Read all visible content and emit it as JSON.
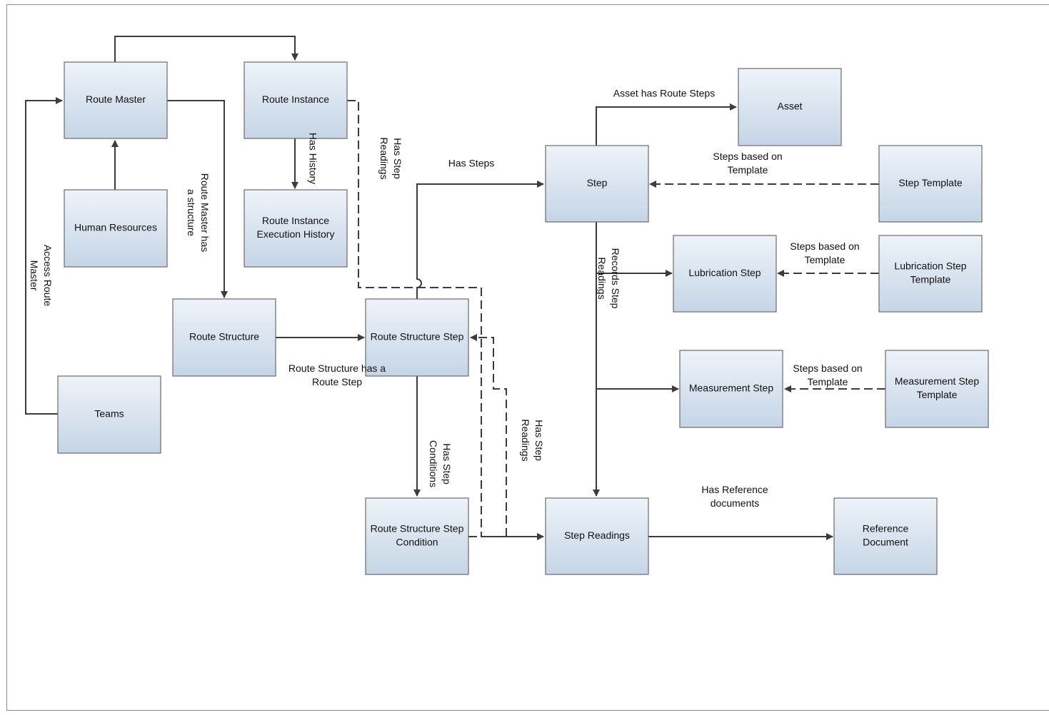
{
  "nodes": {
    "route_master": [
      "Route Master"
    ],
    "route_instance": [
      "Route Instance"
    ],
    "human_resources": [
      "Human Resources"
    ],
    "route_instance_execution_history": [
      "Route Instance",
      "Execution History"
    ],
    "route_structure": [
      "Route Structure"
    ],
    "teams": [
      "Teams"
    ],
    "route_structure_step": [
      "Route Structure Step"
    ],
    "route_structure_step_condition": [
      "Route Structure Step",
      "Condition"
    ],
    "step": [
      "Step"
    ],
    "asset": [
      "Asset"
    ],
    "step_template": [
      "Step Template"
    ],
    "lubrication_step": [
      "Lubrication Step"
    ],
    "lubrication_step_template": [
      "Lubrication Step",
      "Template"
    ],
    "measurement_step": [
      "Measurement Step"
    ],
    "measurement_step_template": [
      "Measurement Step",
      "Template"
    ],
    "step_readings": [
      "Step Readings"
    ],
    "reference_document": [
      "Reference",
      "Document"
    ]
  },
  "edge_labels": {
    "access_route_master": [
      "Access Route",
      "Master"
    ],
    "route_master_has_structure": [
      "Route Master has",
      "a structure"
    ],
    "has_history": [
      "Has History"
    ],
    "has_step_readings_top": [
      "Has Step",
      "Readings"
    ],
    "has_steps": [
      "Has Steps"
    ],
    "asset_has_route_steps": [
      "Asset has Route Steps"
    ],
    "steps_based_on_template_1": [
      "Steps based on",
      "Template"
    ],
    "records_step_readings": [
      "Records Step",
      "Readings"
    ],
    "steps_based_on_template_2": [
      "Steps based on",
      "Template"
    ],
    "steps_based_on_template_3": [
      "Steps based on",
      "Template"
    ],
    "route_structure_has_route_step": [
      "Route Structure has a",
      "Route Step"
    ],
    "has_step_conditions": [
      "Has Step",
      "Conditions"
    ],
    "has_step_readings_bottom": [
      "Has Step",
      "Readings"
    ],
    "has_reference_documents": [
      "Has Reference",
      "documents"
    ]
  },
  "colors": {
    "node_fill_top": "#eef3f9",
    "node_fill_bottom": "#c5d5e6",
    "node_border": "#6b6b6b",
    "connector": "#3c3c3c"
  }
}
